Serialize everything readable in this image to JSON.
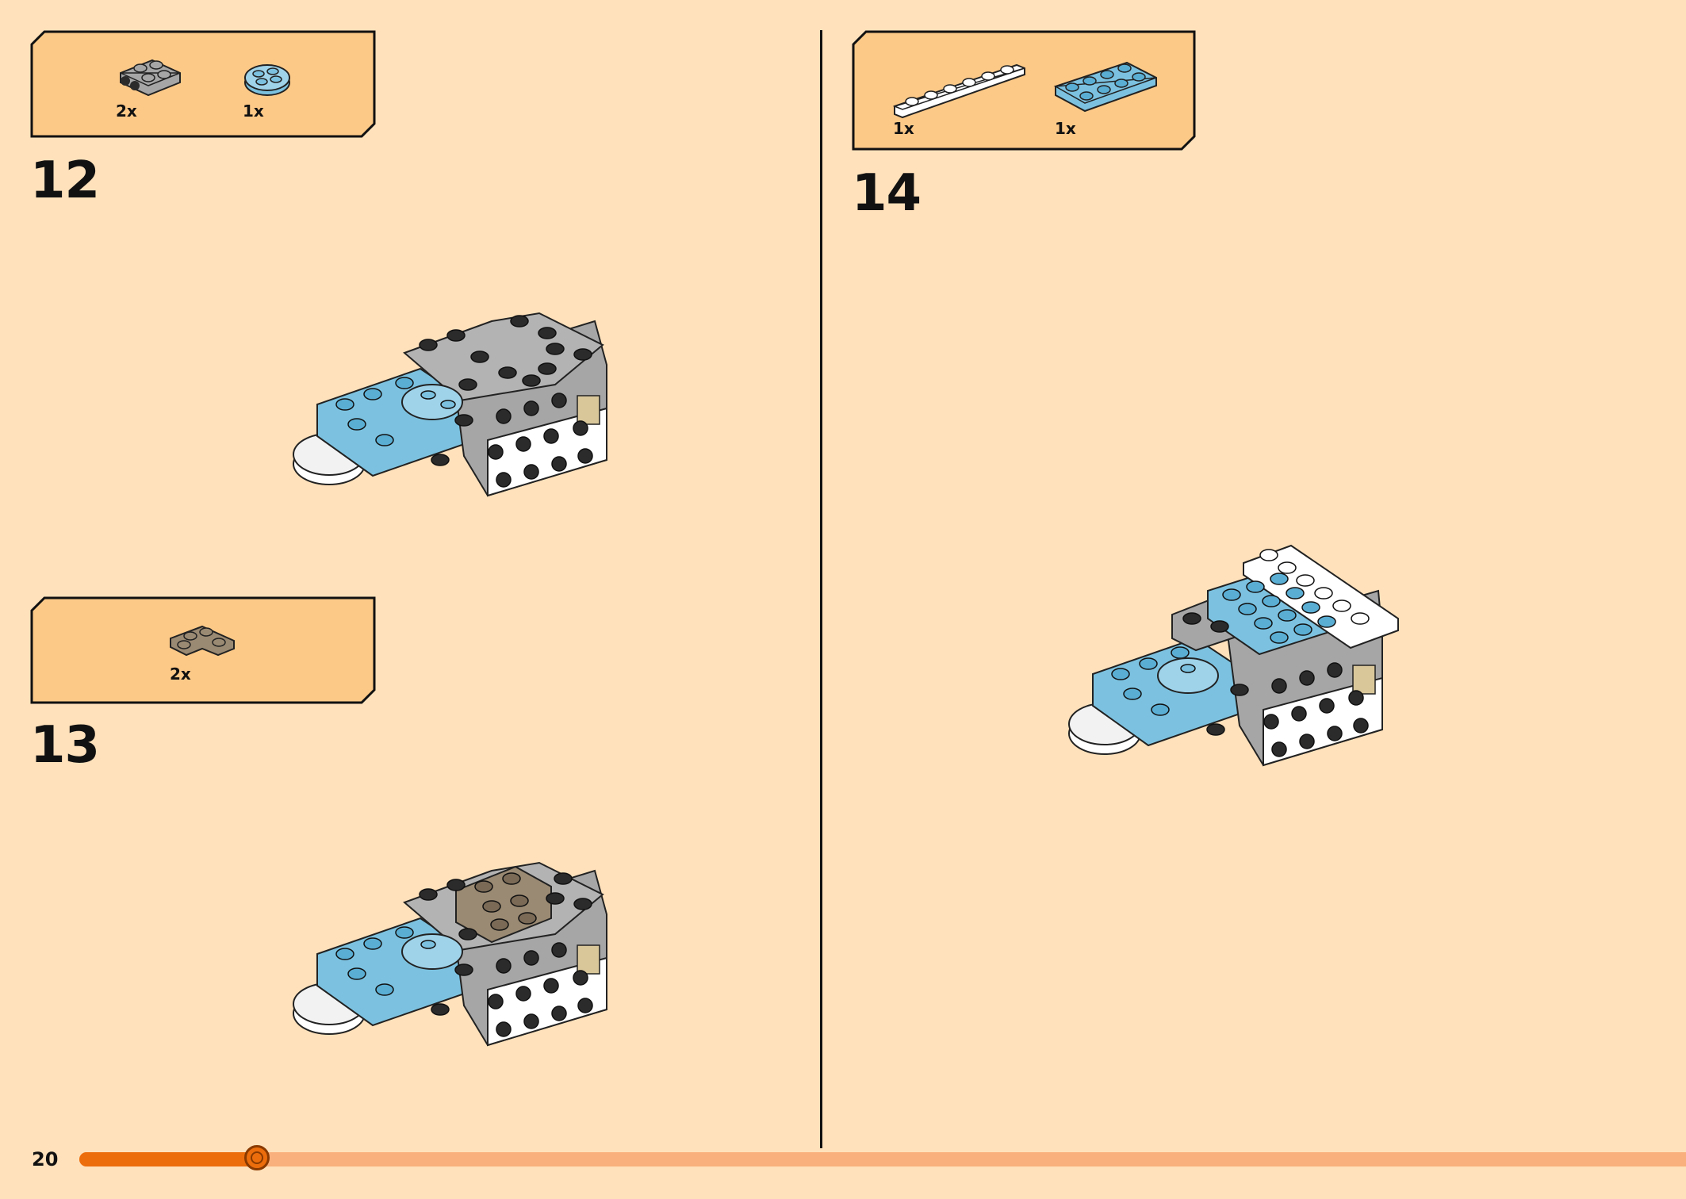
{
  "colors": {
    "background": "#ffe1bb",
    "parts_box_fill": "#fdc987",
    "progress_fill": "#ec6d0c",
    "progress_track": "#f9b07c",
    "brick_gray": "#a6a6a6",
    "brick_dark": "#2b2b2b",
    "brick_light_blue": "#7cc2e0",
    "brick_tan": "#9b8a73",
    "brick_white": "#ffffff"
  },
  "steps": [
    {
      "number": "12",
      "parts": [
        {
          "icon": "gray-plate-2x2-with-pins-icon",
          "qty": "2x"
        },
        {
          "icon": "light-blue-round-plate-2x2-icon",
          "qty": "1x"
        }
      ]
    },
    {
      "number": "13",
      "parts": [
        {
          "icon": "tan-corner-plate-2x2-icon",
          "qty": "2x"
        }
      ]
    },
    {
      "number": "14",
      "parts": [
        {
          "icon": "white-plate-1x6-icon",
          "qty": "1x"
        },
        {
          "icon": "light-blue-plate-2x4-icon",
          "qty": "1x"
        }
      ]
    }
  ],
  "footer": {
    "page_number": "20",
    "progress": 0.11
  }
}
